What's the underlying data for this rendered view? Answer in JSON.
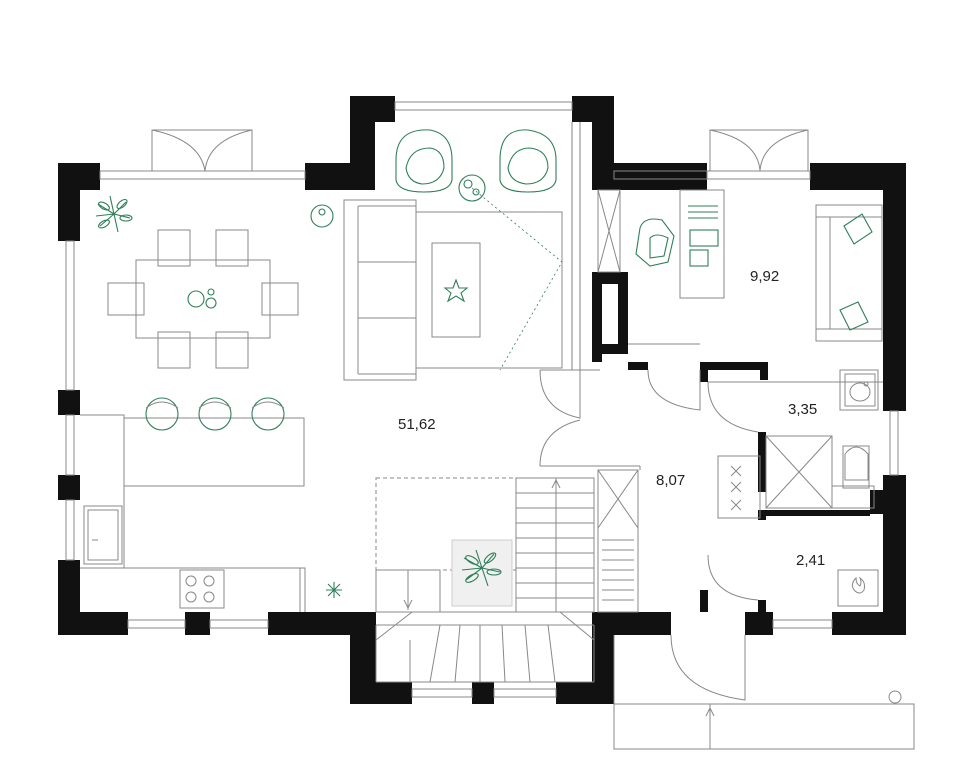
{
  "plan": {
    "rooms": [
      {
        "id": "living-kitchen",
        "area": "51,62"
      },
      {
        "id": "bedroom",
        "area": "9,92"
      },
      {
        "id": "bathroom",
        "area": "3,35"
      },
      {
        "id": "hall",
        "area": "8,07"
      },
      {
        "id": "boiler-room",
        "area": "2,41"
      }
    ],
    "colors": {
      "walls": "#111111",
      "furniture": "#2f7f5a",
      "lines": "#888888"
    }
  }
}
